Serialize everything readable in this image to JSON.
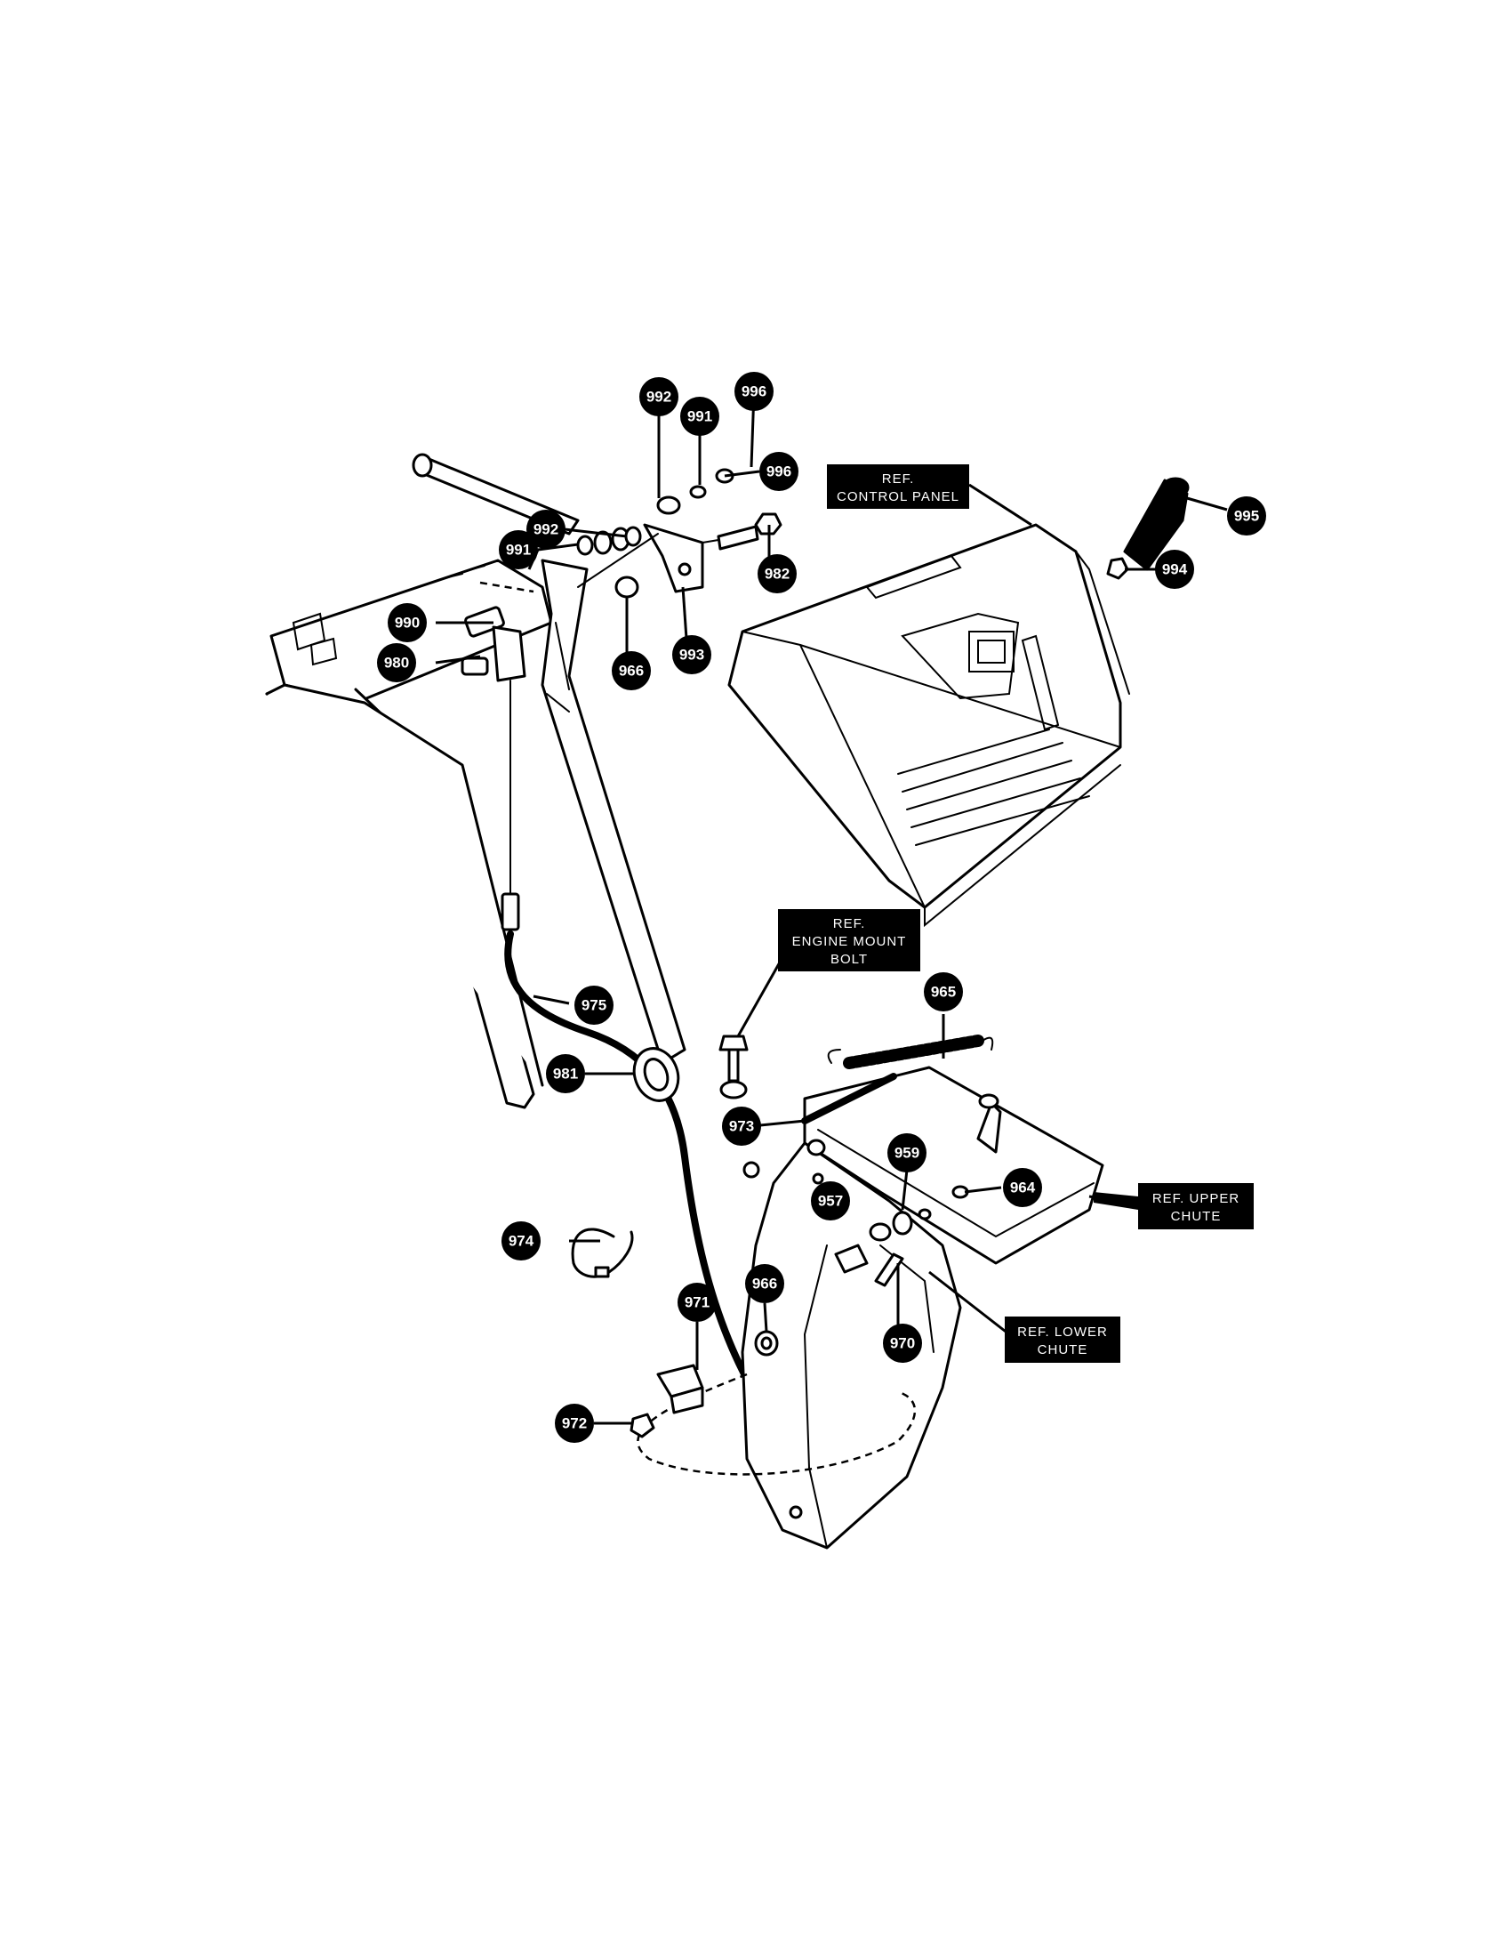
{
  "callouts": {
    "p992a": "992",
    "p991a": "991",
    "p996a": "996",
    "p996b": "996",
    "p992b": "992",
    "p991b": "991",
    "p982": "982",
    "p993": "993",
    "p966a": "966",
    "p990": "990",
    "p980": "980",
    "p995": "995",
    "p994": "994",
    "p975": "975",
    "p981": "981",
    "p965": "965",
    "p973": "973",
    "p959": "959",
    "p957": "957",
    "p964": "964",
    "p974": "974",
    "p966b": "966",
    "p971": "971",
    "p970": "970",
    "p972": "972"
  },
  "ref_labels": {
    "control_panel": [
      "REF.",
      "CONTROL PANEL"
    ],
    "engine_mount_bolt": [
      "REF.",
      "ENGINE MOUNT",
      "BOLT"
    ],
    "upper_chute": [
      "REF. UPPER",
      "CHUTE"
    ],
    "lower_chute": [
      "REF. LOWER",
      "CHUTE"
    ]
  }
}
